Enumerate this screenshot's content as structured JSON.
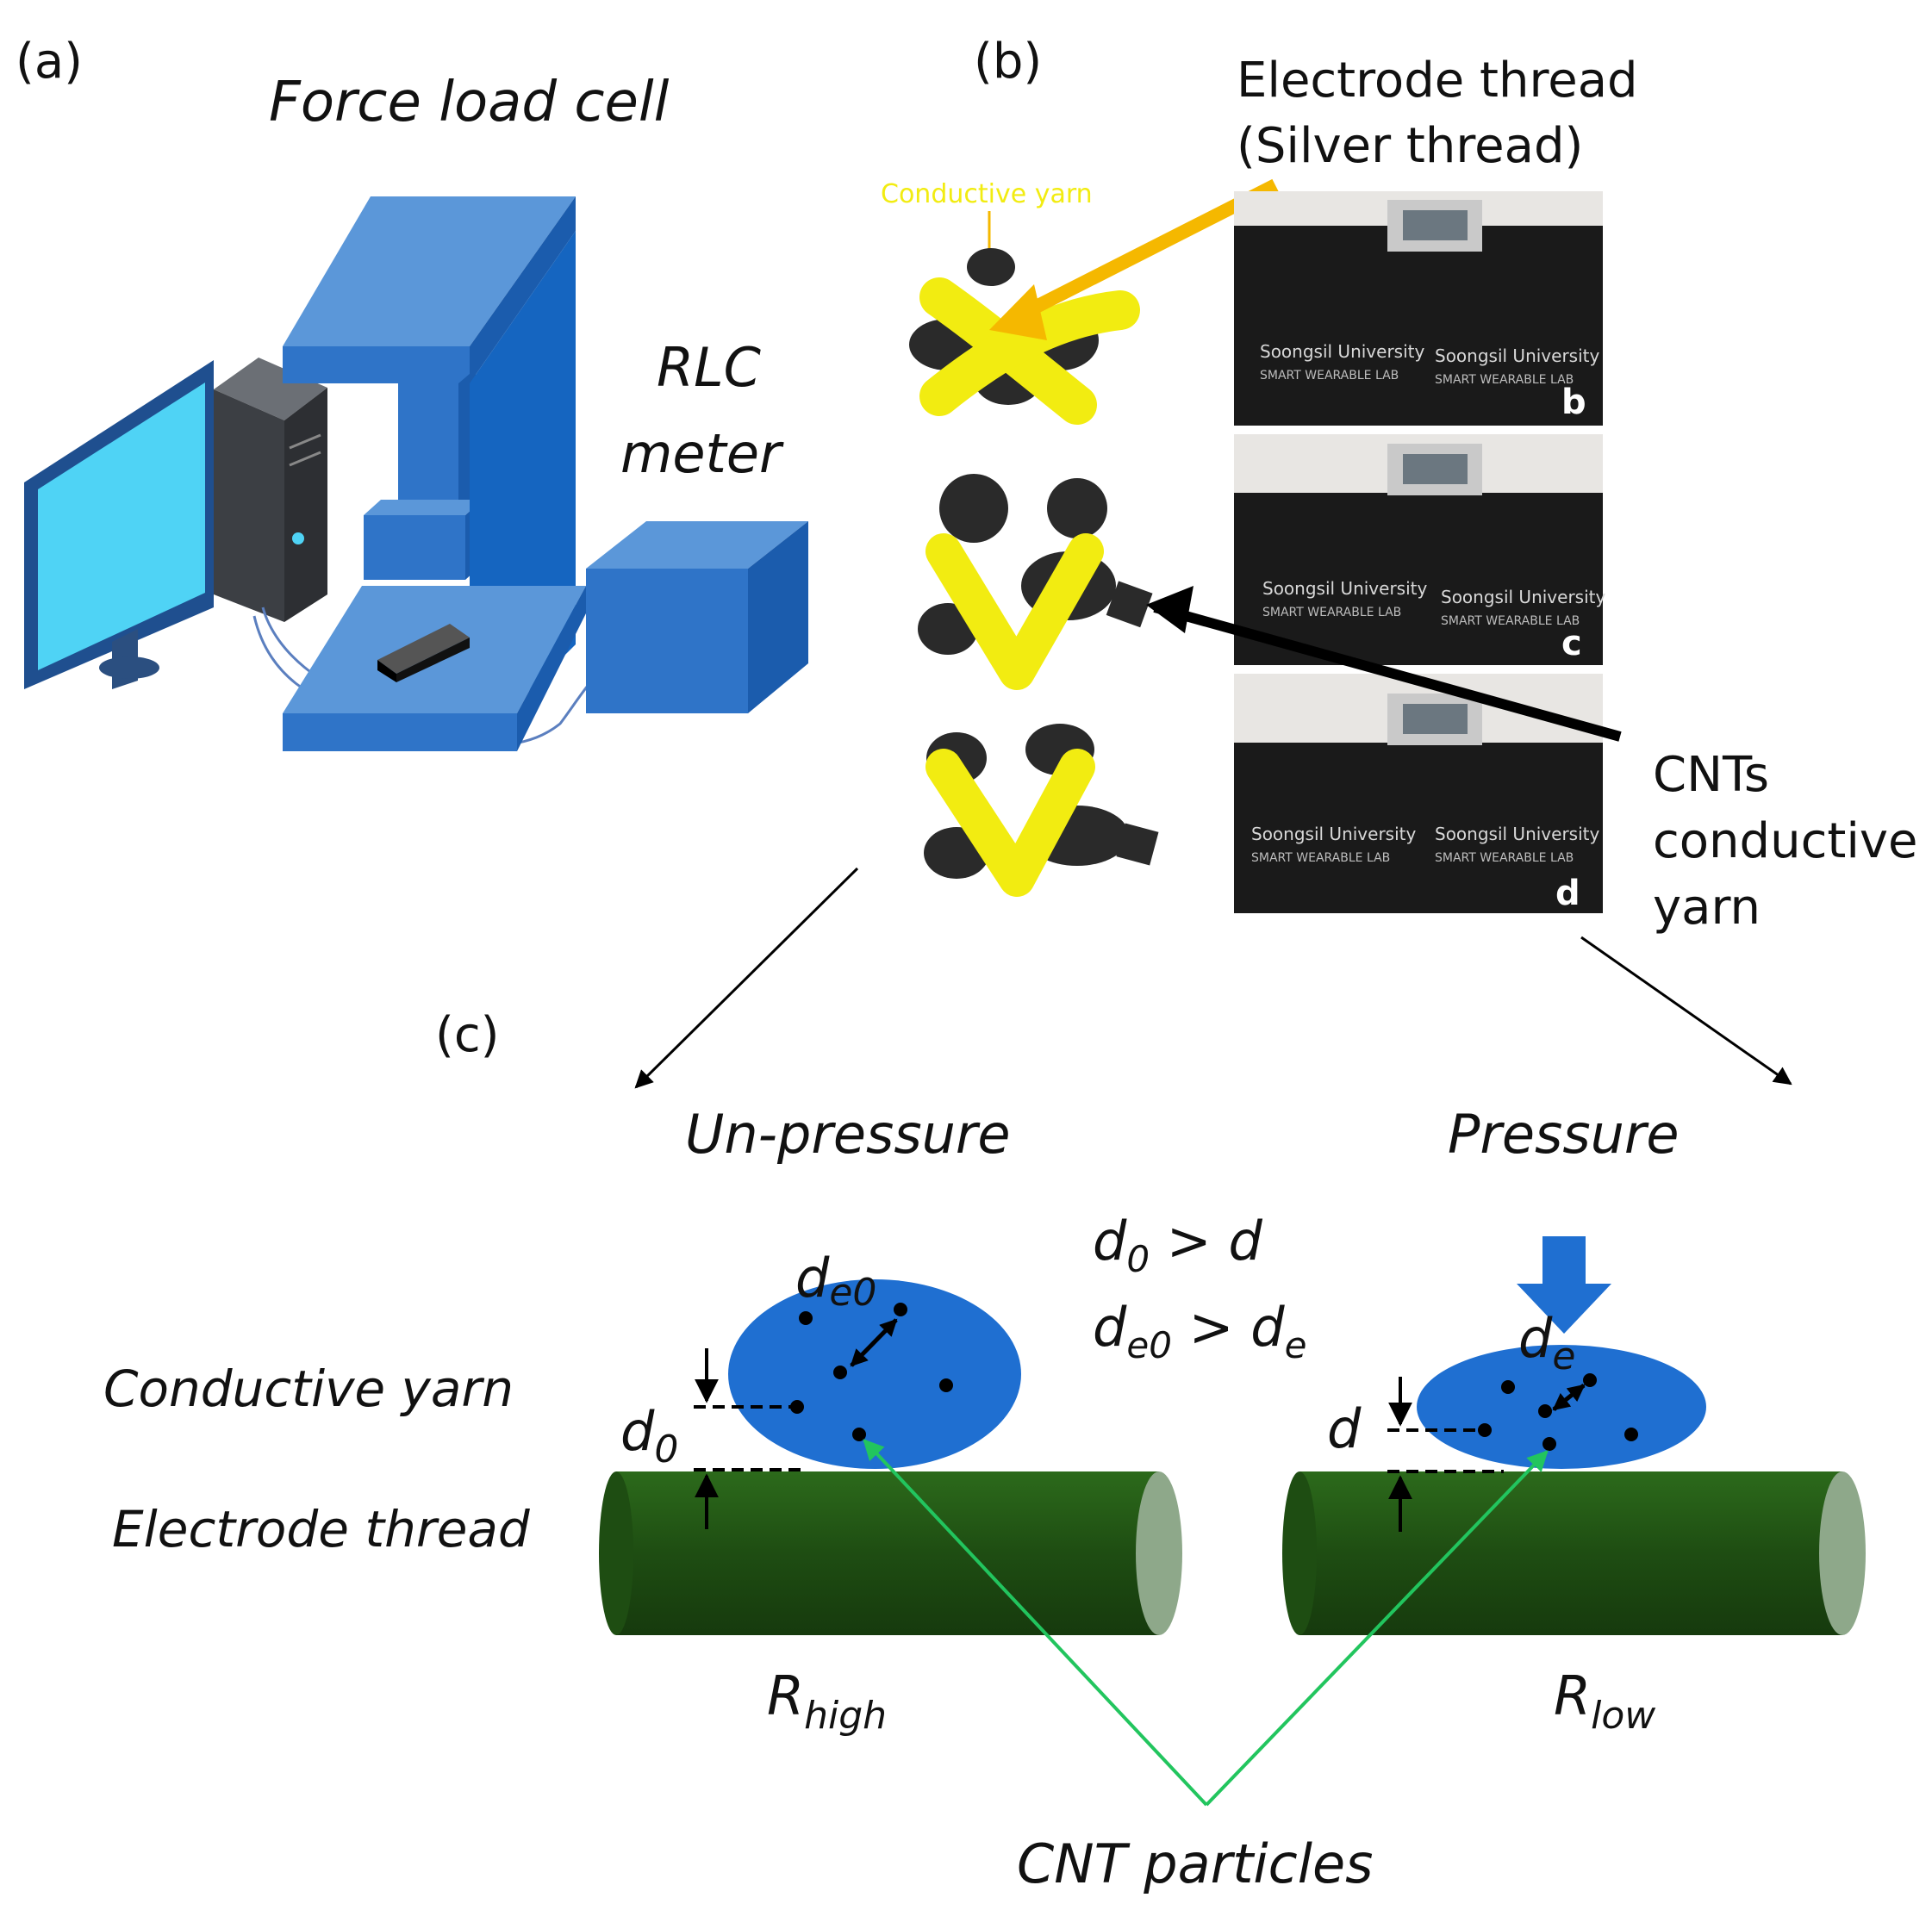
{
  "panel_labels": {
    "a": "(a)",
    "b": "(b)",
    "c": "(c)"
  },
  "panel_a": {
    "force_load_cell": "Force load cell",
    "rlc_line1": "RLC",
    "rlc_line2": "meter"
  },
  "panel_b": {
    "electrode_line1": "Electrode thread",
    "electrode_line2": "(Silver thread)",
    "conductive_yarn_small": "Conductive yarn",
    "cnt_line1": "CNTs",
    "cnt_line2": "conductive",
    "cnt_line3": "yarn",
    "photo_labels": [
      "b",
      "c",
      "d"
    ],
    "photo_logo": "Soongsil University",
    "photo_lab": "SMART WEARABLE LAB"
  },
  "panel_c": {
    "un_pressure": "Un-pressure",
    "pressure": "Pressure",
    "conductive_yarn": "Conductive yarn",
    "electrode_thread": "Electrode thread",
    "relation1": {
      "lhs": "d",
      "lhs_sub": "0",
      "op": " > ",
      "rhs": "d",
      "rhs_sub": ""
    },
    "relation2": {
      "lhs": "d",
      "lhs_sub": "e0",
      "op": " > ",
      "rhs": "d",
      "rhs_sub": "e"
    },
    "left_de": {
      "main": "d",
      "sub": "e0"
    },
    "left_d": {
      "main": "d",
      "sub": "0"
    },
    "right_de": {
      "main": "d",
      "sub": "e"
    },
    "right_d": {
      "main": "d",
      "sub": ""
    },
    "r_high": {
      "main": "R",
      "sub": "high"
    },
    "r_low": {
      "main": "R",
      "sub": "low"
    },
    "cnt_particles": "CNT particles"
  },
  "colors": {
    "blue_dark": "#1565c0",
    "blue_mid": "#2f74c8",
    "blue_light": "#5b97d9",
    "monitor_screen": "#4fd3f5",
    "yarn_yellow": "#f2ec11",
    "cnt_black": "#2a2a2a",
    "electrode_green": "#1e4d12",
    "electrode_end": "#8ea88a",
    "ellipse_blue": "#1f6fd1",
    "arrow_orange": "#f5b800",
    "arrow_green": "#22c55e"
  }
}
